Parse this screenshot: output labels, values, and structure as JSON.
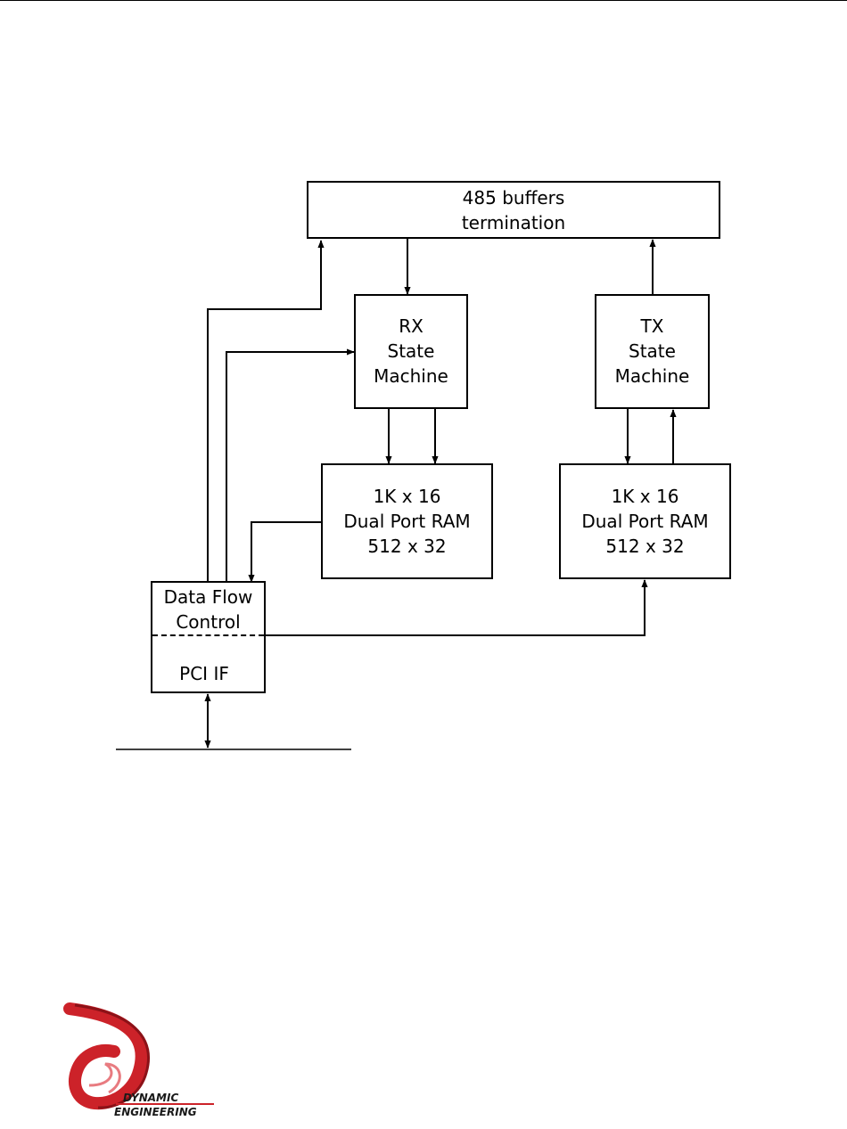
{
  "diagram": {
    "buffers": {
      "line1": "485 buffers",
      "line2": "termination"
    },
    "rx": {
      "line1": "RX",
      "line2": "State",
      "line3": "Machine"
    },
    "tx": {
      "line1": "TX",
      "line2": "State",
      "line3": "Machine"
    },
    "rx_ram": {
      "line1": "1K x 16",
      "line2": "Dual Port RAM",
      "line3": "512 x 32"
    },
    "tx_ram": {
      "line1": "1K x 16",
      "line2": "Dual Port RAM",
      "line3": "512 x 32"
    },
    "dfc": {
      "line1": "Data Flow",
      "line2": "Control",
      "line3": "PCI IF"
    }
  },
  "logo": {
    "line1": "DYNAMIC",
    "line2": "ENGINEERING",
    "colors": {
      "red": "#cc2229",
      "dark": "#8c1218"
    }
  },
  "colors": {
    "line": "#000000",
    "background": "#ffffff"
  }
}
